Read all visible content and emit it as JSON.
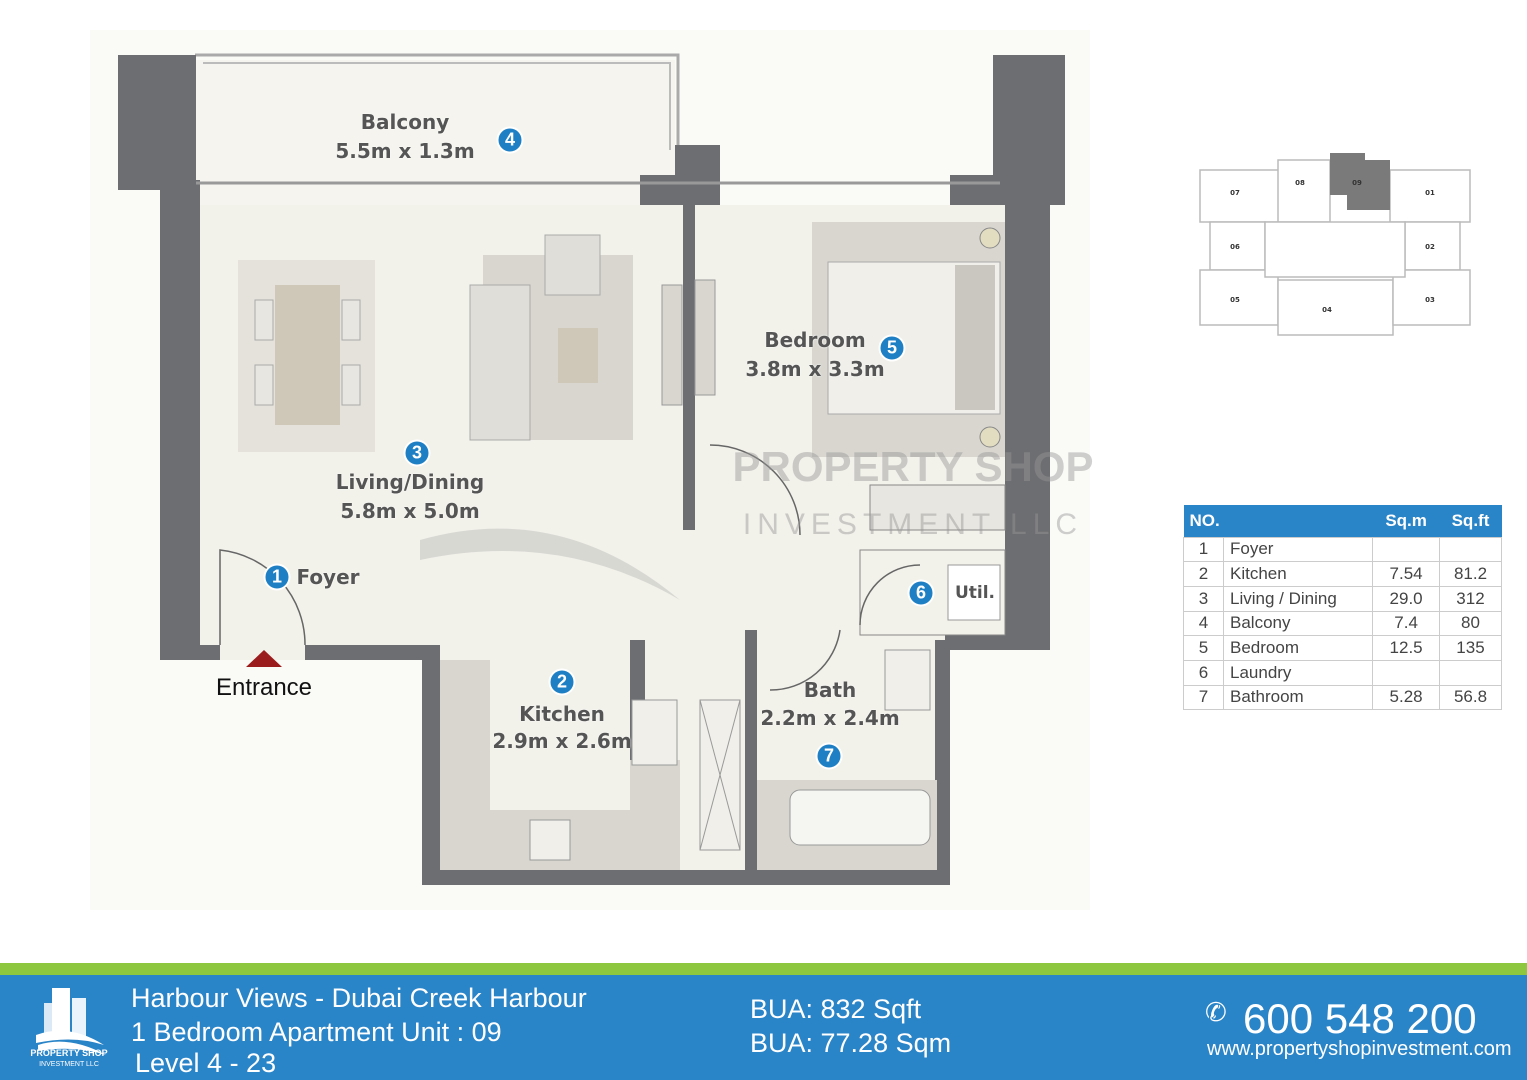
{
  "rooms": [
    {
      "no": "1",
      "name": "Foyer",
      "label": "Foyer",
      "dims": ""
    },
    {
      "no": "2",
      "name": "Kitchen",
      "label": "Kitchen",
      "dims": "2.9m x 2.6m"
    },
    {
      "no": "3",
      "name": "Living / Dining",
      "label": "Living/Dining",
      "dims": "5.8m x 5.0m"
    },
    {
      "no": "4",
      "name": "Balcony",
      "label": "Balcony",
      "dims": "5.5m x 1.3m"
    },
    {
      "no": "5",
      "name": "Bedroom",
      "label": "Bedroom",
      "dims": "3.8m x 3.3m"
    },
    {
      "no": "6",
      "name": "Laundry",
      "label": "Util.",
      "dims": ""
    },
    {
      "no": "7",
      "name": "Bathroom",
      "label": "Bath",
      "dims": "2.2m x 2.4m"
    }
  ],
  "entrance_label": "Entrance",
  "watermark": {
    "line1": "PROPERTY SHOP",
    "line2": "INVESTMENT LLC"
  },
  "key_plan": {
    "units": [
      "07",
      "08",
      "09",
      "01",
      "06",
      "02",
      "05",
      "04",
      "03"
    ],
    "highlighted": "09"
  },
  "area_table": {
    "headers": [
      "NO.",
      "Sq.m",
      "Sq.ft"
    ],
    "rows": [
      {
        "no": "1",
        "room": "Foyer",
        "sqm": "",
        "sqft": ""
      },
      {
        "no": "2",
        "room": "Kitchen",
        "sqm": "7.54",
        "sqft": "81.2"
      },
      {
        "no": "3",
        "room": "Living / Dining",
        "sqm": "29.0",
        "sqft": "312"
      },
      {
        "no": "4",
        "room": "Balcony",
        "sqm": "7.4",
        "sqft": "80"
      },
      {
        "no": "5",
        "room": "Bedroom",
        "sqm": "12.5",
        "sqft": "135"
      },
      {
        "no": "6",
        "room": "Laundry",
        "sqm": "",
        "sqft": ""
      },
      {
        "no": "7",
        "room": "Bathroom",
        "sqm": "5.28",
        "sqft": "56.8"
      }
    ]
  },
  "footer": {
    "logo_line1": "PROPERTY SHOP",
    "logo_line2": "INVESTMENT LLC",
    "project": "Harbour Views - Dubai Creek Harbour",
    "unit": "1 Bedroom Apartment  Unit : 09",
    "level": "Level  4 - 23",
    "bua_sqft": "BUA: 832 Sqft",
    "bua_sqm": "BUA: 77.28 Sqm",
    "phone": "600 548 200",
    "website": "www.propertyshopinvestment.com"
  },
  "colors": {
    "wall": "#6d6e71",
    "marker": "#1f7fc4",
    "footer_blue": "#2a84c8",
    "footer_green": "#8dc63f",
    "entrance": "#9b1c1c"
  }
}
